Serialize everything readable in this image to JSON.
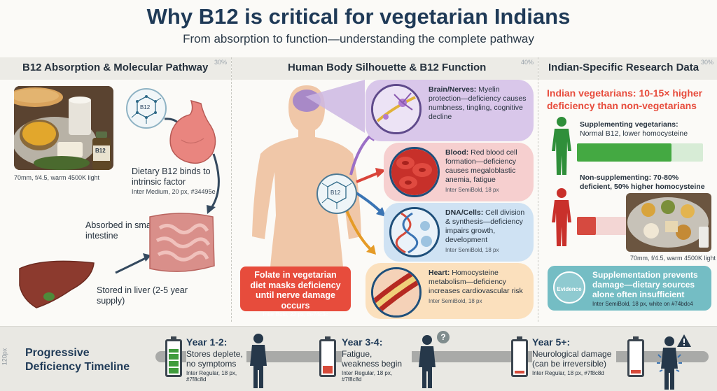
{
  "title": "Why B12 is critical for vegetarian Indians",
  "subtitle": "From absorption to function—understanding the complete pathway",
  "sections": {
    "left": {
      "title": "B12 Absorption & Molecular Pathway",
      "pct": "30%"
    },
    "middle": {
      "title": "Human Body Silhouette & B12 Function",
      "pct": "40%"
    },
    "right": {
      "title": "Indian-Specific Research Data",
      "pct": "30%"
    }
  },
  "left": {
    "photo_caption": "70mm, f/4.5, warm 4500K light",
    "b12_label": "B12",
    "bottle_label": "B12",
    "step1": "Dietary B12 binds to intrinsic factor",
    "step1_caption": "Inter Medium, 20 px, #34495e",
    "step2": "Absorbed in small intestine",
    "step3": "Stored in liver (2-5 year supply)"
  },
  "middle": {
    "molecule_label": "B12",
    "callouts": [
      {
        "head": "Brain/Nerves:",
        "body": " Myelin protection—deficiency causes numbness, tingling, cognitive decline",
        "caption": ""
      },
      {
        "head": "Blood:",
        "body": " Red blood cell formation—deficiency causes megaloblastic anemia, fatigue",
        "caption": "Inter SemiBold, 18 px"
      },
      {
        "head": "DNA/Cells:",
        "body": " Cell division & synthesis—deficiency impairs growth, development",
        "caption": "Inter SemiBold, 18 px"
      },
      {
        "head": "Heart:",
        "body": " Homocysteine metabolism—deficiency increases cardiovascular risk",
        "caption": "Inter SemiBold, 18 px"
      }
    ],
    "warning": "Folate in vegetarian diet masks deficiency until nerve damage occurs",
    "warning_caption": "Inter Bold, 22 px, #e74c3c"
  },
  "right": {
    "headline": "Indian vegetarians: 10-15× higher deficiency than non-vegetarians",
    "supp_head": "Supplementing vegetarians:",
    "supp_body": "Normal B12, lower homocysteine",
    "supp_level": 0.75,
    "nonsupp_text": "Non-supplementing: 70-80% deficient, 50% higher homocysteine",
    "nonsupp_level": 0.15,
    "photo_caption": "70mm, f/4.5, warm 4500K light",
    "evidence_label": "Evidence",
    "evidence_text": "Supplementation prevents damage—dietary sources alone often insufficient",
    "evidence_caption": "Inter SemiBold, 18 px, white on #74bdc4"
  },
  "timeline": {
    "side_label": "120px",
    "title": "Progressive Deficiency Timeline",
    "stages": [
      {
        "year": "Year 1-2:",
        "desc": "Stores deplete, no symptoms",
        "caption": "Inter Regular, 18 px, #7f8c8d",
        "battery_level": 0.8
      },
      {
        "year": "Year 3-4:",
        "desc": "Fatigue, weakness begin",
        "caption": "Inter Regular, 18 px, #7f8c8d",
        "battery_level": 0.25
      },
      {
        "year": "Year 5+:",
        "desc": "Neurological damage (can be irreversible)",
        "caption": "Inter Regular, 18 px, #7f8c8d",
        "battery_level": 0.1
      }
    ]
  },
  "colors": {
    "title": "#1f3a57",
    "accent_red": "#e74c3c",
    "evidence": "#74bdc4",
    "brain": "#d9c7ea",
    "blood": "#f6cfcf",
    "dna": "#cfe2f3",
    "heart": "#fbe0bd",
    "green": "#2f8f3a"
  },
  "icons": [
    "b12-molecule-icon",
    "stomach-icon",
    "intestine-icon",
    "liver-icon",
    "body-silhouette-icon",
    "brain-icon",
    "blood-cells-icon",
    "dna-icon",
    "artery-icon",
    "battery-icon",
    "person-icon",
    "warning-icon",
    "evidence-badge-icon"
  ]
}
